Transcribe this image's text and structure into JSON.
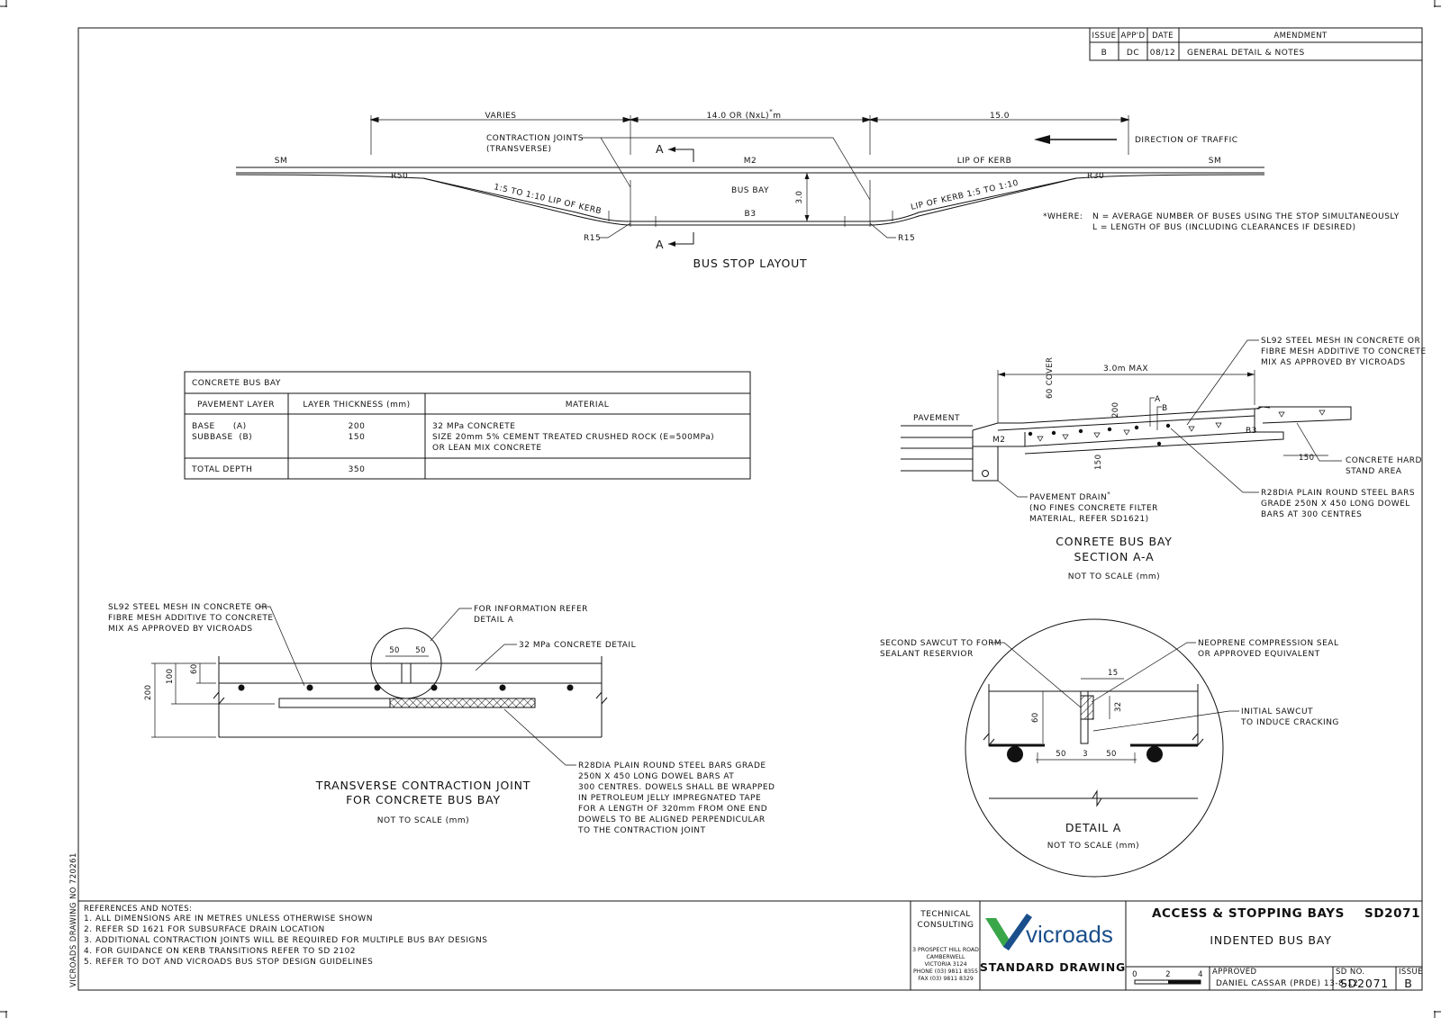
{
  "revision_table": {
    "headers": [
      "ISSUE",
      "APP'D",
      "DATE",
      "AMENDMENT"
    ],
    "row": [
      "B",
      "DC",
      "08/12",
      "GENERAL DETAIL & NOTES"
    ]
  },
  "layout": {
    "dim_varies": "VARIES",
    "dim_middle": "14.0 OR (NxL)",
    "dim_middle_star": "*",
    "dim_middle_unit": "m",
    "dim_right": "15.0",
    "contraction_joints_1": "CONTRACTION JOINTS",
    "contraction_joints_2": "(TRANSVERSE)",
    "direction_of_traffic": "DIRECTION OF TRAFFIC",
    "sm_left": "SM",
    "sm_right": "SM",
    "m2": "M2",
    "lip_of_kerb_top": "LIP OF KERB",
    "r50": "R50",
    "r30": "R30",
    "taper_left": "1:5 TO 1:10 LIP OF KERB",
    "taper_right": "LIP OF KERB 1:5 TO 1:10",
    "bus_bay": "BUS BAY",
    "b3": "B3",
    "width": "3.0",
    "r15_left": "R15",
    "r15_right": "R15",
    "section_a_top": "A",
    "section_a_bottom": "A",
    "title": "BUS STOP LAYOUT",
    "where_label": "*WHERE:",
    "where_n": "N = AVERAGE NUMBER OF BUSES USING THE STOP SIMULTANEOUSLY",
    "where_l": "L = LENGTH OF BUS (INCLUDING CLEARANCES IF DESIRED)"
  },
  "concrete_table": {
    "title": "CONCRETE BUS BAY",
    "headers": [
      "PAVEMENT LAYER",
      "LAYER THICKNESS (mm)",
      "MATERIAL"
    ],
    "row1_layer_1": "BASE      (A)",
    "row1_layer_2": "SUBBASE  (B)",
    "row1_thick_1": "200",
    "row1_thick_2": "150",
    "row1_mat_1": "32 MPa CONCRETE",
    "row1_mat_2": "SIZE 20mm 5% CEMENT TREATED CRUSHED ROCK (E=500MPa)",
    "row1_mat_3": "OR LEAN MIX CONCRETE",
    "total_label": "TOTAL DEPTH",
    "total_value": "350"
  },
  "section_aa": {
    "mesh_1": "SL92 STEEL MESH IN CONCRETE OR",
    "mesh_2": "FIBRE MESH ADDITIVE TO CONCRETE",
    "mesh_3": "MIX AS APPROVED BY VICROADS",
    "max_dim": "3.0m MAX",
    "cover": "60 COVER",
    "pavement": "PAVEMENT",
    "d200": "200",
    "a": "A",
    "b": "B",
    "m2": "M2",
    "b3": "B3",
    "d150_left": "150",
    "d150_right": "150",
    "hardstand_1": "CONCRETE HARD",
    "hardstand_2": "STAND AREA",
    "drain_1": "PAVEMENT DRAIN",
    "drain_star": "*",
    "drain_2": "(NO FINES CONCRETE FILTER",
    "drain_3": "MATERIAL, REFER SD1621)",
    "bars_1": "R28DIA PLAIN ROUND STEEL BARS",
    "bars_2": "GRADE 250N X 450 LONG DOWEL",
    "bars_3": "BARS AT 300 CENTRES",
    "title_1": "CONRETE BUS BAY",
    "title_2": "SECTION A-A",
    "scale": "NOT TO SCALE (mm)"
  },
  "joint": {
    "mesh_1": "SL92 STEEL MESH IN CONCRETE OR",
    "mesh_2": "FIBRE MESH ADDITIVE TO CONCRETE",
    "mesh_3": "MIX AS APPROVED BY VICROADS",
    "info_1": "FOR INFORMATION REFER",
    "info_2": "DETAIL A",
    "d50a": "50",
    "d50b": "50",
    "concrete_detail": "32 MPa CONCRETE DETAIL",
    "d200": "200",
    "d100": "100",
    "d60": "60",
    "bars_1": "R28DIA PLAIN ROUND STEEL BARS GRADE",
    "bars_2": "250N X 450 LONG DOWEL BARS AT",
    "bars_3": "300 CENTRES. DOWELS SHALL BE WRAPPED",
    "bars_4": "IN PETROLEUM JELLY IMPREGNATED TAPE",
    "bars_5": "FOR A LENGTH OF 320mm FROM ONE END",
    "bars_6": "DOWELS TO BE ALIGNED PERPENDICULAR",
    "bars_7": "TO THE CONTRACTION JOINT",
    "title_1": "TRANSVERSE CONTRACTION JOINT",
    "title_2": "FOR CONCRETE BUS BAY",
    "scale": "NOT TO SCALE (mm)"
  },
  "detail_a": {
    "sawcut2_1": "SECOND SAWCUT TO FORM",
    "sawcut2_2": "SEALANT RESERVIOR",
    "seal_1": "NEOPRENE COMPRESSION SEAL",
    "seal_2": "OR APPROVED EQUIVALENT",
    "d15": "15",
    "d32": "32",
    "d60": "60",
    "initial_1": "INITIAL SAWCUT",
    "initial_2": "TO INDUCE CRACKING",
    "d50a": "50",
    "d3": "3",
    "d50b": "50",
    "title": "DETAIL A",
    "scale": "NOT TO SCALE (mm)"
  },
  "notes": {
    "heading": "REFERENCES AND NOTES:",
    "items": [
      "1. ALL DIMENSIONS ARE IN METRES UNLESS OTHERWISE SHOWN",
      "2. REFER SD 1621 FOR SUBSURFACE DRAIN LOCATION",
      "3. ADDITIONAL CONTRACTION JOINTS WILL BE REQUIRED FOR MULTIPLE BUS BAY DESIGNS",
      "4. FOR GUIDANCE ON KERB TRANSITIONS REFER TO SD 2102",
      "5. REFER TO DOT AND VICROADS BUS STOP DESIGN GUIDELINES"
    ]
  },
  "title_block": {
    "tech_1": "TECHNICAL",
    "tech_2": "CONSULTING",
    "addr_1": "3 PROSPECT HILL ROAD",
    "addr_2": "CAMBERWELL",
    "addr_3": "VICTORIA 3124",
    "addr_4": "PHONE (03) 9811 8355",
    "addr_5": "FAX (03) 9811 8329",
    "logo_text": "vicroads",
    "standard_drawing": "STANDARD DRAWING",
    "title_main": "ACCESS & STOPPING BAYS",
    "sd_code": "SD2071",
    "subtitle": "INDENTED BUS BAY",
    "scale_0": "0",
    "scale_2": "2",
    "scale_4": "4",
    "approved_label": "APPROVED",
    "approved_value": "DANIEL CASSAR (PRDE) 13-8-12",
    "sd_no_label": "SD NO.",
    "sd_no_value": "SD2071",
    "issue_label": "ISSUE",
    "issue_value": "B"
  },
  "side_text": "VICROADS DRAWING NO 720261",
  "colors": {
    "logo_green": "#3aa64a",
    "logo_blue": "#1a4f8b"
  }
}
